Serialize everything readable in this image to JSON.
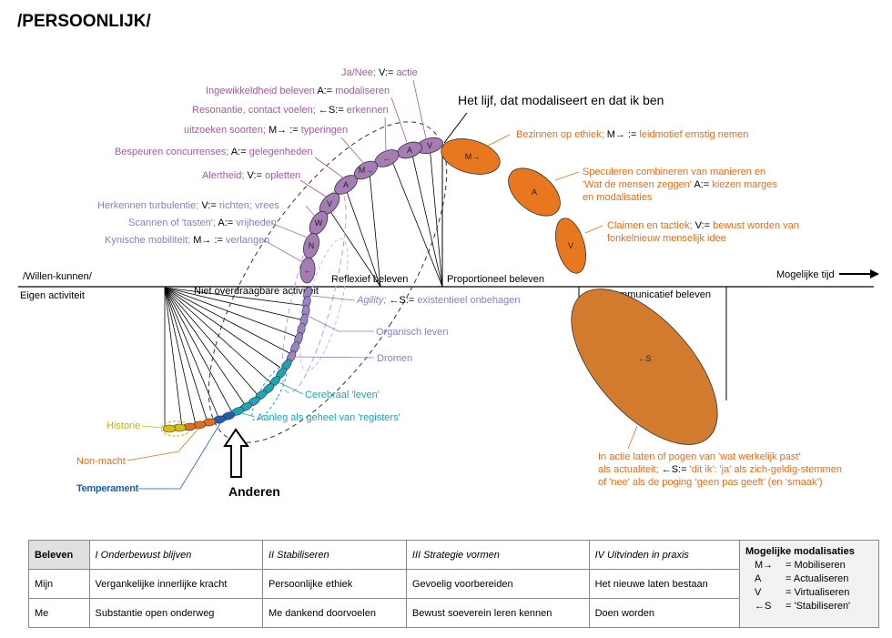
{
  "title": "/PERSOONLIJK/",
  "axis": {
    "left_top": "/Willen-kunnen/",
    "left_bottom": "Eigen activiteit",
    "right": "Mogelijke tijd"
  },
  "headline": "Het lijf, dat modaliseert en dat ik ben",
  "others_label": "Anderen",
  "zones": {
    "niet_overdraagbaar": "Niet overdraagbare activiteit",
    "reflexief": "Reflexief beleven",
    "proportioneel": "Proportioneel beleven",
    "communicatief": "Communicatief beleven"
  },
  "purple_labels": [
    {
      "text": "Ja/Nee;",
      "mod": "V:=",
      "rest": "actie"
    },
    {
      "text": "Ingewikkeldheid beleven",
      "mod": "A:=",
      "rest": "modaliseren"
    },
    {
      "text": "Resonantie, contact voelen;",
      "mod": "←S:=",
      "rest": "erkennen"
    },
    {
      "text": "uitzoeken soorten;",
      "mod": "M→ :=",
      "rest": "typeringen"
    },
    {
      "text": "Bespeuren concurrenses;",
      "mod": "A:=",
      "rest": "gelegenheden"
    },
    {
      "text": "Alertheid;",
      "mod": "V:=",
      "rest": "opletten"
    }
  ],
  "lilac_labels": [
    {
      "text": "Herkennen turbulentie;",
      "mod": "V:=",
      "rest": "richten; vrees"
    },
    {
      "text": "Scannen of 'tasten';",
      "mod": "A:=",
      "rest": "vrijheden"
    },
    {
      "text": "Kynische mobiliteit;",
      "mod": "M→ :=",
      "rest": "verlangen"
    }
  ],
  "inner_labels": {
    "agility": "Agility;",
    "agility_mod": "←S:=",
    "agility_rest": "existentieel onbehagen",
    "organisch": "Organisch leven",
    "dromen": "Dromen",
    "cerebraal": "Cerebraal 'leven'",
    "aanleg": "Aanleg als geheel van 'registers'",
    "historie": "Historie",
    "nonmacht": "Non-macht",
    "temperament": "Temperament"
  },
  "orange_labels": {
    "bezinnen": {
      "text": "Bezinnen op ethiek;",
      "mod": "M→ :=",
      "rest": "leidmotief ernstig nemen"
    },
    "speculeren_1": "Speculeren combineren van manieren en",
    "speculeren_2a": "'Wat de mensen zeggen'",
    "speculeren_mod": "A:=",
    "speculeren_2b": "kiezen marges",
    "speculeren_3": "en modalisaties",
    "claimen_1a": "Claimen en tactiek;",
    "claimen_mod": "V:=",
    "claimen_1b": "bewust worden van",
    "claimen_2": "fonkelnieuw menselijk idee",
    "actie_1": "In actie laten of pogen van 'wat werkelijk past'",
    "actie_2a": "als actualiteit;",
    "actie_mod": "←S:=",
    "actie_2b": "'dit ik': 'ja' als zich-geldig-stemmen",
    "actie_3": "of 'nee' als de poging ‘geen pas geeft’ (en ‘smaak’)"
  },
  "ellipse_letters": {
    "top_arc": [
      "V",
      "A",
      "←",
      "M→",
      "A",
      "V",
      "W",
      "N",
      "←"
    ],
    "orange": [
      "M→",
      "A",
      "V",
      "←S"
    ]
  },
  "colors": {
    "purple": "#a25ca0",
    "lilac": "#8e7cc0",
    "orange": "#e0701e",
    "orange_dark": "#d27a2e",
    "cyan": "#1ea3b8",
    "yellow": "#c9b400",
    "blue": "#1f5fb0",
    "ellipse_purple": "#a67cb5"
  },
  "table": {
    "headers": [
      "Beleven",
      "I Onderbewust blijven",
      "II Stabiliseren",
      "III Strategie vormen",
      "IV Uitvinden in praxis"
    ],
    "rows": [
      [
        "Mijn",
        "Vergankelijke innerlijke kracht",
        "Persoonlijke ethiek",
        "Gevoelig voorbereiden",
        "Het nieuwe laten bestaan"
      ],
      [
        "Me",
        "Substantie open onderweg",
        "Me dankend doorvoelen",
        "Bewust soeverein leren kennen",
        "Doen worden"
      ]
    ],
    "modalisaties_title": "Mogelijke modalisaties",
    "modalisaties": [
      {
        "symbol": "M→",
        "meaning": "= Mobiliseren"
      },
      {
        "symbol": "A",
        "meaning": "= Actualiseren"
      },
      {
        "symbol": "V",
        "meaning": "= Virtualiseren"
      },
      {
        "symbol": "←S",
        "meaning": "= 'Stabiliseren'"
      }
    ]
  }
}
